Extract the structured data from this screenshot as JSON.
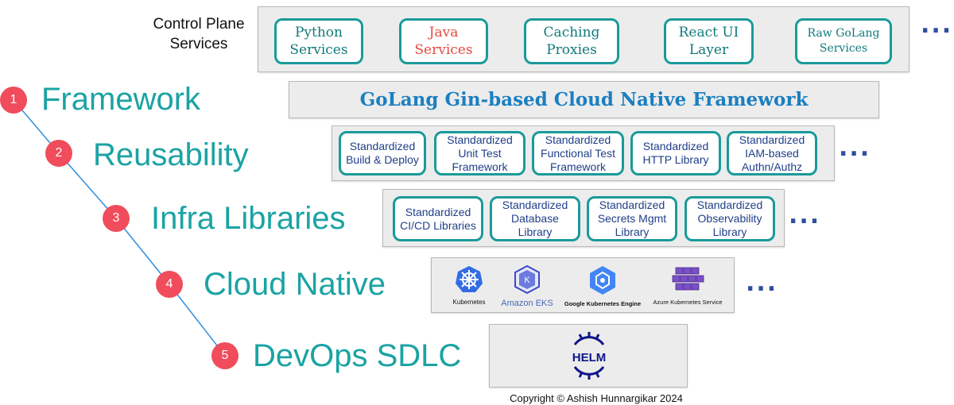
{
  "control_plane": {
    "label": "Control Plane\nServices",
    "services": [
      {
        "label": "Python\nServices",
        "color": "#117a7a"
      },
      {
        "label": "Java\nServices",
        "color": "#e5493f"
      },
      {
        "label": "Caching\nProxies",
        "color": "#117a7a"
      },
      {
        "label": "React UI\nLayer",
        "color": "#117a7a"
      },
      {
        "label": "Raw GoLang\nServices",
        "color": "#117a7a"
      }
    ],
    "more": "..."
  },
  "framework": {
    "title": "GoLang Gin-based Cloud Native Framework"
  },
  "reusability": {
    "items": [
      "Standardized\nBuild & Deploy",
      "Standardized\nUnit Test\nFramework",
      "Standardized\nFunctional Test\nFramework",
      "Standardized\nHTTP Library",
      "Standardized\nIAM-based\nAuthn/Authz"
    ],
    "more": "..."
  },
  "infra": {
    "items": [
      "Standardized\nCI/CD Libraries",
      "Standardized\nDatabase\nLibrary",
      "Standardized\nSecrets Mgmt\nLibrary",
      "Standardized\nObservability\nLibrary"
    ],
    "more": "..."
  },
  "cloud_native": {
    "items": [
      {
        "label": "Kubernetes",
        "icon": "kubernetes-icon"
      },
      {
        "label": "Amazon EKS",
        "icon": "eks-icon"
      },
      {
        "label": "Google Kubernetes Engine",
        "icon": "gke-icon"
      },
      {
        "label": "Azure Kubernetes Service",
        "icon": "aks-icon"
      }
    ],
    "more": "..."
  },
  "devops": {
    "logo_text": "HELM"
  },
  "steps": [
    {
      "num": "1",
      "label": "Framework"
    },
    {
      "num": "2",
      "label": "Reusability"
    },
    {
      "num": "3",
      "label": "Infra Libraries"
    },
    {
      "num": "4",
      "label": "Cloud Native"
    },
    {
      "num": "5",
      "label": "DevOps SDLC"
    }
  ],
  "copyright": "Copyright © Ashish Hunnargikar 2024",
  "colors": {
    "teal": "#1ba3a3",
    "red": "#f04c5b",
    "blue": "#1a7fc1",
    "navy": "#1f3f88"
  }
}
